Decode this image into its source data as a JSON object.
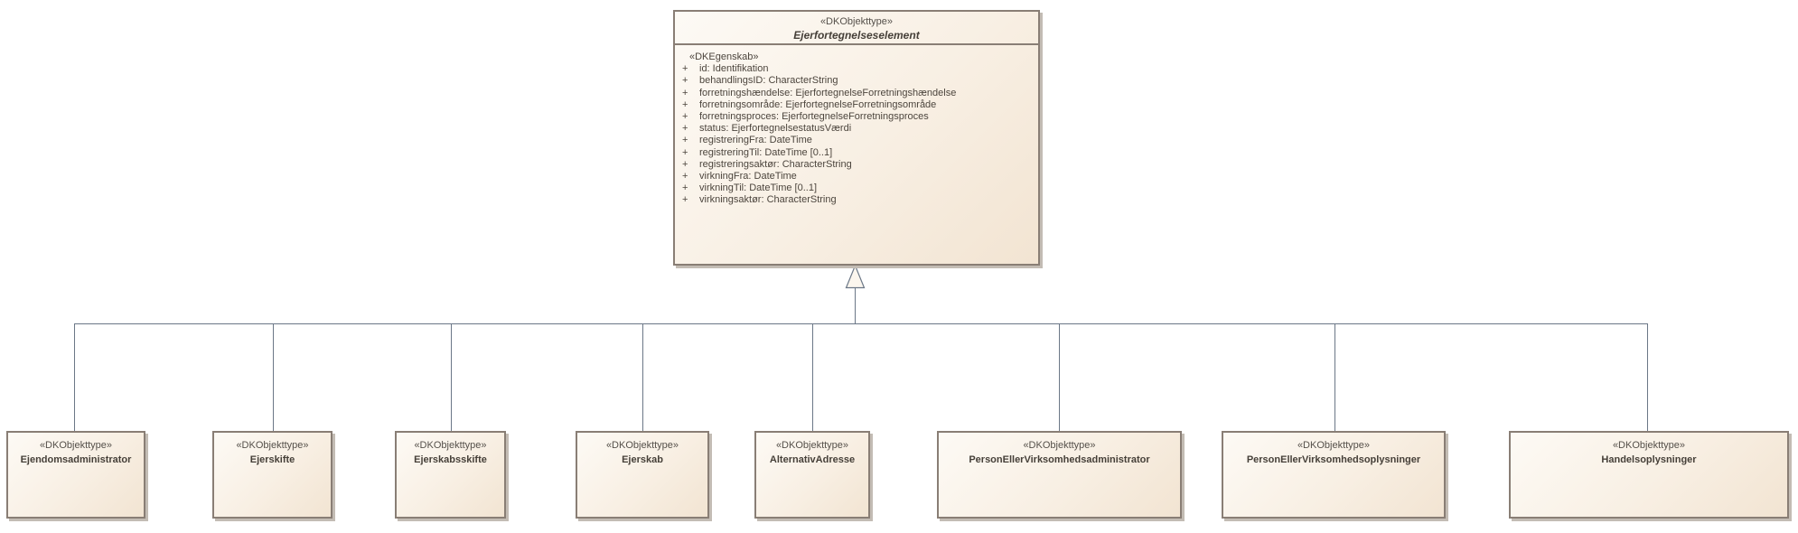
{
  "diagram": {
    "parent": {
      "stereotype": "«DKObjekttype»",
      "name": "Ejerfortegnelseselement",
      "attributes_header": "«DKEgenskab»",
      "attributes": [
        {
          "vis": "+",
          "text": "id: Identifikation"
        },
        {
          "vis": "+",
          "text": "behandlingsID: CharacterString"
        },
        {
          "vis": "+",
          "text": "forretningshændelse: EjerfortegnelseForretningshændelse"
        },
        {
          "vis": "+",
          "text": "forretningsområde: EjerfortegnelseForretningsområde"
        },
        {
          "vis": "+",
          "text": "forretningsproces: EjerfortegnelseForretningsproces"
        },
        {
          "vis": "+",
          "text": "status: EjerfortegnelsestatusVærdi"
        },
        {
          "vis": "+",
          "text": "registreringFra: DateTime"
        },
        {
          "vis": "+",
          "text": "registreringTil: DateTime [0..1]"
        },
        {
          "vis": "+",
          "text": "registreringsaktør: CharacterString"
        },
        {
          "vis": "+",
          "text": "virkningFra: DateTime"
        },
        {
          "vis": "+",
          "text": "virkningTil: DateTime [0..1]"
        },
        {
          "vis": "+",
          "text": "virkningsaktør: CharacterString"
        }
      ]
    },
    "children": [
      {
        "stereotype": "«DKObjekttype»",
        "name": "Ejendomsadministrator"
      },
      {
        "stereotype": "«DKObjekttype»",
        "name": "Ejerskifte"
      },
      {
        "stereotype": "«DKObjekttype»",
        "name": "Ejerskabsskifte"
      },
      {
        "stereotype": "«DKObjekttype»",
        "name": "Ejerskab"
      },
      {
        "stereotype": "«DKObjekttype»",
        "name": "AlternativAdresse"
      },
      {
        "stereotype": "«DKObjekttype»",
        "name": "PersonEllerVirksomhedsadministrator"
      },
      {
        "stereotype": "«DKObjekttype»",
        "name": "PersonEllerVirksomhedsoplysninger"
      },
      {
        "stereotype": "«DKObjekttype»",
        "name": "Handelsoplysninger"
      }
    ],
    "relationship": "generalization",
    "colors": {
      "box_fill_light": "#fdfaf5",
      "box_fill_dark": "#f2e4d2",
      "box_border": "#897e75",
      "box_shadow": "#c3bcb4",
      "connector": "#6b7787",
      "text": "#4c453d",
      "background": "#ffffff"
    }
  }
}
